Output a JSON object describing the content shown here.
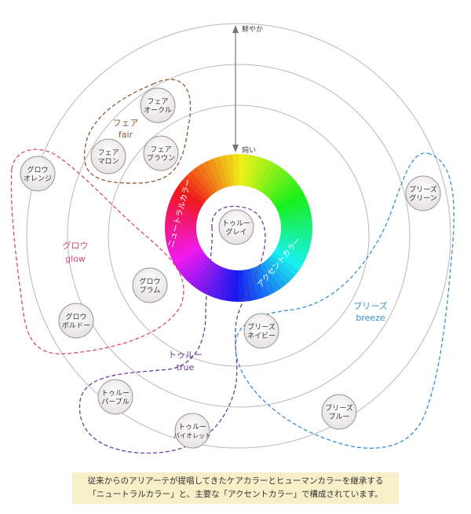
{
  "axis": {
    "top_label": "鮮やか",
    "bottom_label": "鈍い"
  },
  "wheel": {
    "neutral_label": "ニュートラルカラー",
    "accent_label": "アクセントカラー"
  },
  "groups": {
    "fair": {
      "jp": "フェア",
      "en": "fair",
      "color": "#8a5a3a"
    },
    "glow": {
      "jp": "グロウ",
      "en": "glow",
      "color": "#d9497a"
    },
    "true": {
      "jp": "トゥルー",
      "en": "true",
      "color": "#6a3d9a"
    },
    "breeze": {
      "jp": "ブリーズ",
      "en": "breeze",
      "color": "#3a8fcf"
    }
  },
  "swatches": [
    {
      "id": "fair-ochre",
      "lines": [
        "フェア",
        "オークル"
      ]
    },
    {
      "id": "fair-maroon",
      "lines": [
        "フェア",
        "マロン"
      ]
    },
    {
      "id": "fair-brown",
      "lines": [
        "フェア",
        "ブラウン"
      ]
    },
    {
      "id": "glow-orange",
      "lines": [
        "グロウ",
        "オレンジ"
      ]
    },
    {
      "id": "glow-plum",
      "lines": [
        "グロウ",
        "プラム"
      ]
    },
    {
      "id": "glow-bordeaux",
      "lines": [
        "グロウ",
        "ボルドー"
      ]
    },
    {
      "id": "true-gray",
      "lines": [
        "トゥルー",
        "グレイ"
      ]
    },
    {
      "id": "true-purple",
      "lines": [
        "トゥルー",
        "パープル"
      ]
    },
    {
      "id": "true-violet",
      "lines": [
        "トゥルー",
        "バイオレット"
      ]
    },
    {
      "id": "breeze-green",
      "lines": [
        "ブリーズ",
        "グリーン"
      ]
    },
    {
      "id": "breeze-navy",
      "lines": [
        "ブリーズ",
        "ネイビー"
      ]
    },
    {
      "id": "breeze-blue",
      "lines": [
        "ブリーズ",
        "ブルー"
      ]
    }
  ],
  "caption": {
    "line1": "従来からのアリアーテが提唱してきたケアカラーとヒューマンカラーを継承する",
    "line2": "「ニュートラルカラー」と、主要な「アクセントカラー」で構成されています。"
  }
}
